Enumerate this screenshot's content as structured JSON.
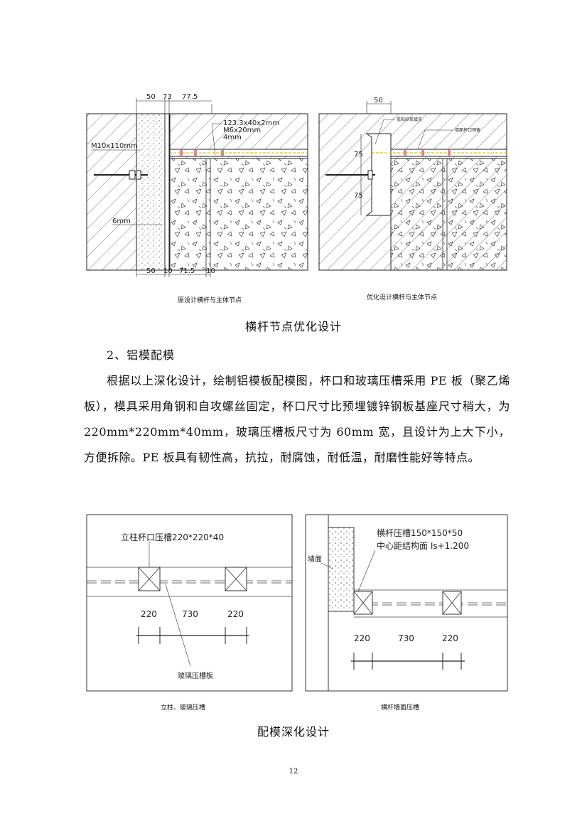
{
  "figure1": {
    "left": {
      "dims_top": [
        "50",
        "73",
        "77.5"
      ],
      "dims_bottom": [
        "50",
        "10",
        "71.5",
        "10"
      ],
      "annotations": [
        "123.3x40x2mm",
        "M6x20mm",
        "4mm",
        "M10x110mm",
        "6mm"
      ],
      "subcaption": "原设计横杆与主体节点"
    },
    "right": {
      "dim_top": "50",
      "dims_side": [
        "75",
        "75"
      ],
      "annotations": [
        "低粘砂浆填充",
        "墙面杯口预留"
      ],
      "subcaption": "优化设计横杆与主体节点"
    },
    "caption": "横杆节点优化设计"
  },
  "section_heading": "2、铝模配模",
  "paragraph": "根据以上深化设计，绘制铝模板配模图，杯口和玻璃压槽采用 PE 板（聚乙烯板），模具采用角钢和自攻螺丝固定，杯口尺寸比预埋镀锌钢板基座尺寸稍大，为 220mm*220mm*40mm，玻璃压槽板尺寸为 60mm 宽，且设计为上大下小，方便拆除。PE 板具有韧性高，抗拉，耐腐蚀，耐低温，耐磨性能好等特点。",
  "figure2": {
    "left": {
      "label_top": "立柱杯口压槽220*220*40",
      "dims": [
        "220",
        "730",
        "220"
      ],
      "label_bottom": "玻璃压槽板",
      "subcaption": "立柱、玻璃压槽"
    },
    "right": {
      "label_top1": "横杆压槽150*150*50",
      "label_top2": "中心距结构面 Is+1.200",
      "label_wall": "墙面",
      "dims": [
        "220",
        "730",
        "220"
      ],
      "subcaption": "横杆墙面压槽"
    },
    "caption": "配模深化设计"
  },
  "page_number": "12"
}
